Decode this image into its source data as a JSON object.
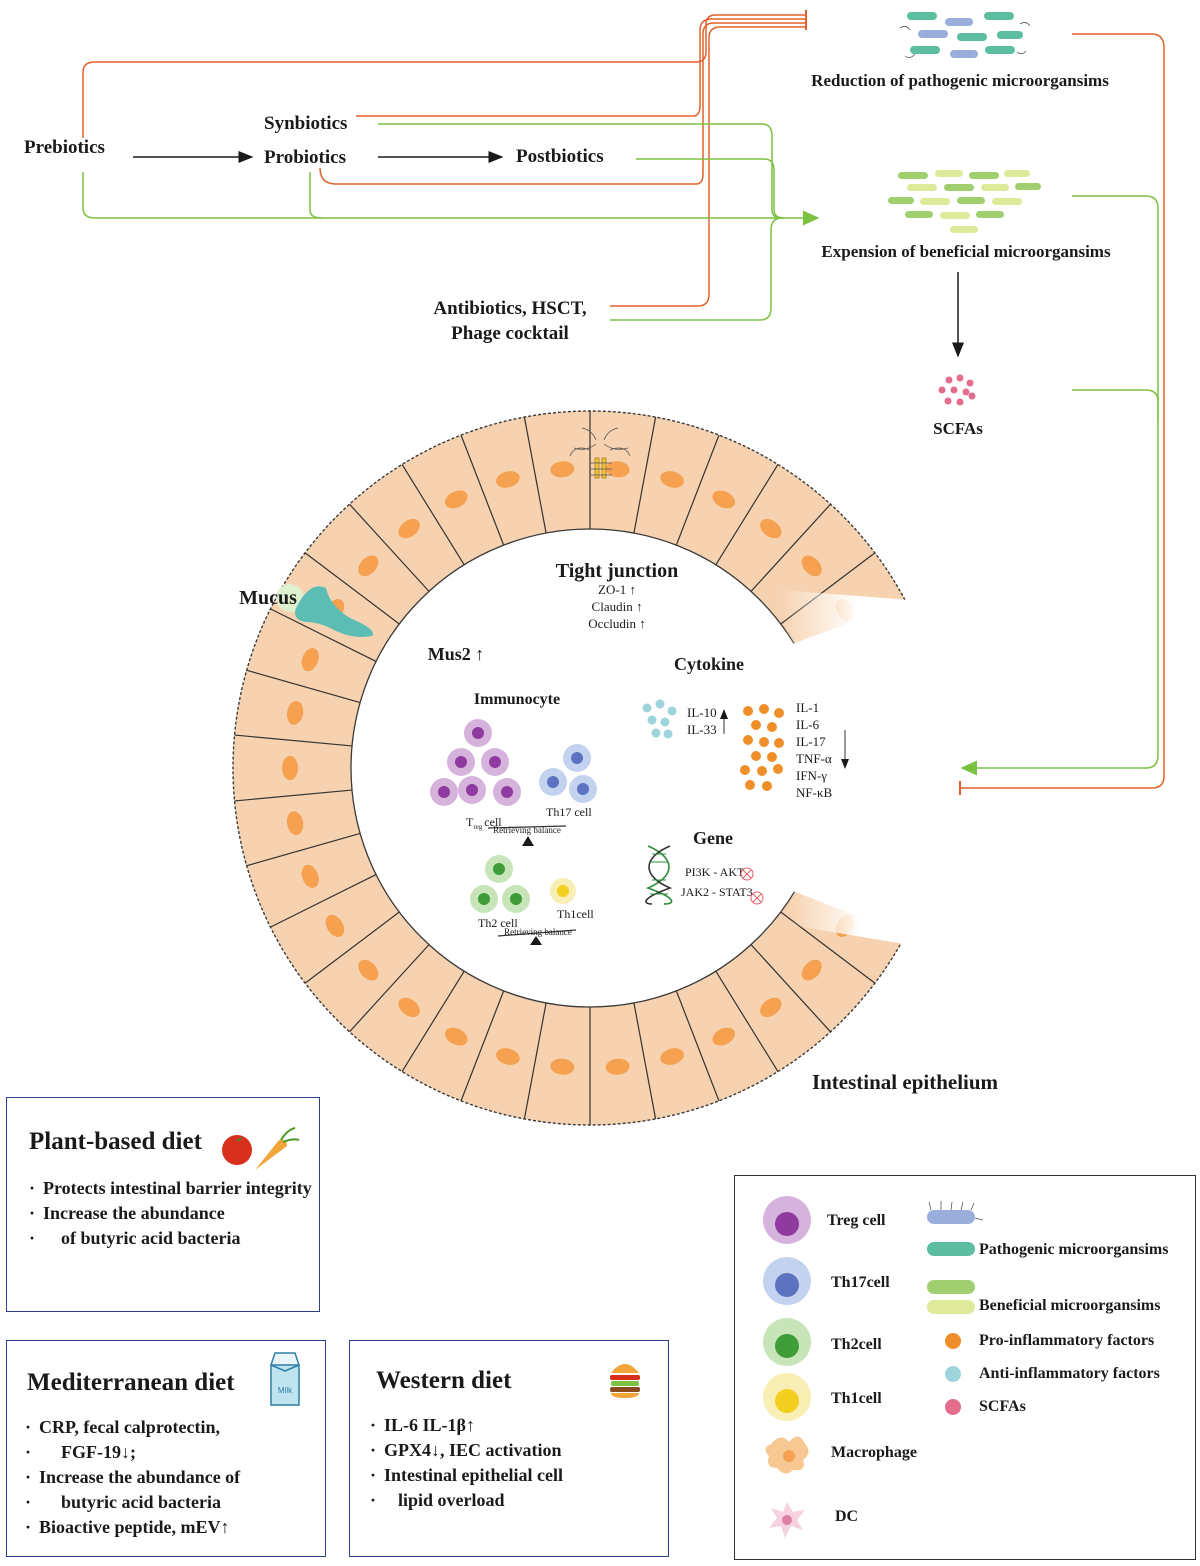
{
  "flow": {
    "prebiotics": "Prebiotics",
    "synbiotics": "Synbiotics",
    "probiotics": "Probiotics",
    "postbiotics": "Postbiotics",
    "antibiotics_line1": "Antibiotics, HSCT,",
    "antibiotics_line2": "Phage cocktail",
    "reduction": "Reduction of  pathogenic microorgansims",
    "expension": "Expension of beneficial microorgansims",
    "scfas": "SCFAs"
  },
  "center": {
    "mucus": "Mucus",
    "tight_junction": "Tight junction",
    "zo1": "ZO-1 ↑",
    "claudin": "Claudin ↑",
    "occludin": "Occludin ↑",
    "mus2": "Mus2 ↑",
    "immunocyte": "Immunocyte",
    "treg_cell": "T",
    "treg_sub": "reg",
    "treg_suffix": "cell",
    "th17_cell": "Th17 cell",
    "retrieving_balance_1": "Retrieving balance",
    "th2_cell": "Th2 cell",
    "th1_cell": "Th1cell",
    "retrieving_balance_2": "Retrieving balance",
    "cytokine": "Cytokine",
    "anti_inflammatory": [
      "IL-10",
      "IL-33"
    ],
    "pro_inflammatory": [
      "IL-1",
      "IL-6",
      "IL-17",
      "TNF-α",
      "IFN-γ",
      "NF-κB"
    ],
    "gene": "Gene",
    "pathway1": "PI3K - AKT",
    "pathway2": "JAK2 - STAT3",
    "epithelium": "Intestinal epithelium"
  },
  "diets": {
    "plant": {
      "title": "Plant-based diet",
      "items": [
        "Protects intestinal barrier integrity",
        "Increase the abundance",
        "of butyric acid bacteria"
      ]
    },
    "mediterranean": {
      "title": "Mediterranean diet",
      "milk_label": "Milk",
      "items": [
        "CRP, fecal calprotectin,",
        "FGF-19↓;",
        "Increase the abundance of",
        "butyric acid bacteria",
        "Bioactive peptide, mEV↑"
      ]
    },
    "western": {
      "title": "Western diet",
      "items": [
        "IL-6 IL-1β↑",
        "GPX4↓, IEC activation",
        "Intestinal epithelial cell",
        "lipid overload"
      ]
    }
  },
  "legend": {
    "treg": "Treg cell",
    "th17": "Th17cell",
    "th2": "Th2cell",
    "th1": "Th1cell",
    "macrophage": "Macrophage",
    "dc": "DC",
    "pathogenic": "Pathogenic microorgansims",
    "beneficial": "Beneficial microorgansims",
    "pro": "Pro-inflammatory factors",
    "anti": "Anti-inflammatory factors",
    "scfas": "SCFAs"
  },
  "colors": {
    "inhibit_line": "#e4602b",
    "promote_line": "#7cc242",
    "epithelium": "#f7d2b0",
    "nucleus": "#f5a14f",
    "mucus": "#5cbdb5",
    "treg": "#a46ab3",
    "th17": "#6a87c9",
    "th2": "#58b24a",
    "th1": "#f3cf1f",
    "pro_dot": "#ef8f2a",
    "anti_dot": "#9ed5dc",
    "scfa_dot": "#e46d8c",
    "pathogenic_bar": "#5cbda1",
    "beneficial_bar_1": "#9fcf6f",
    "beneficial_bar_2": "#dfe99a",
    "box_border": "#2e3f8f"
  }
}
